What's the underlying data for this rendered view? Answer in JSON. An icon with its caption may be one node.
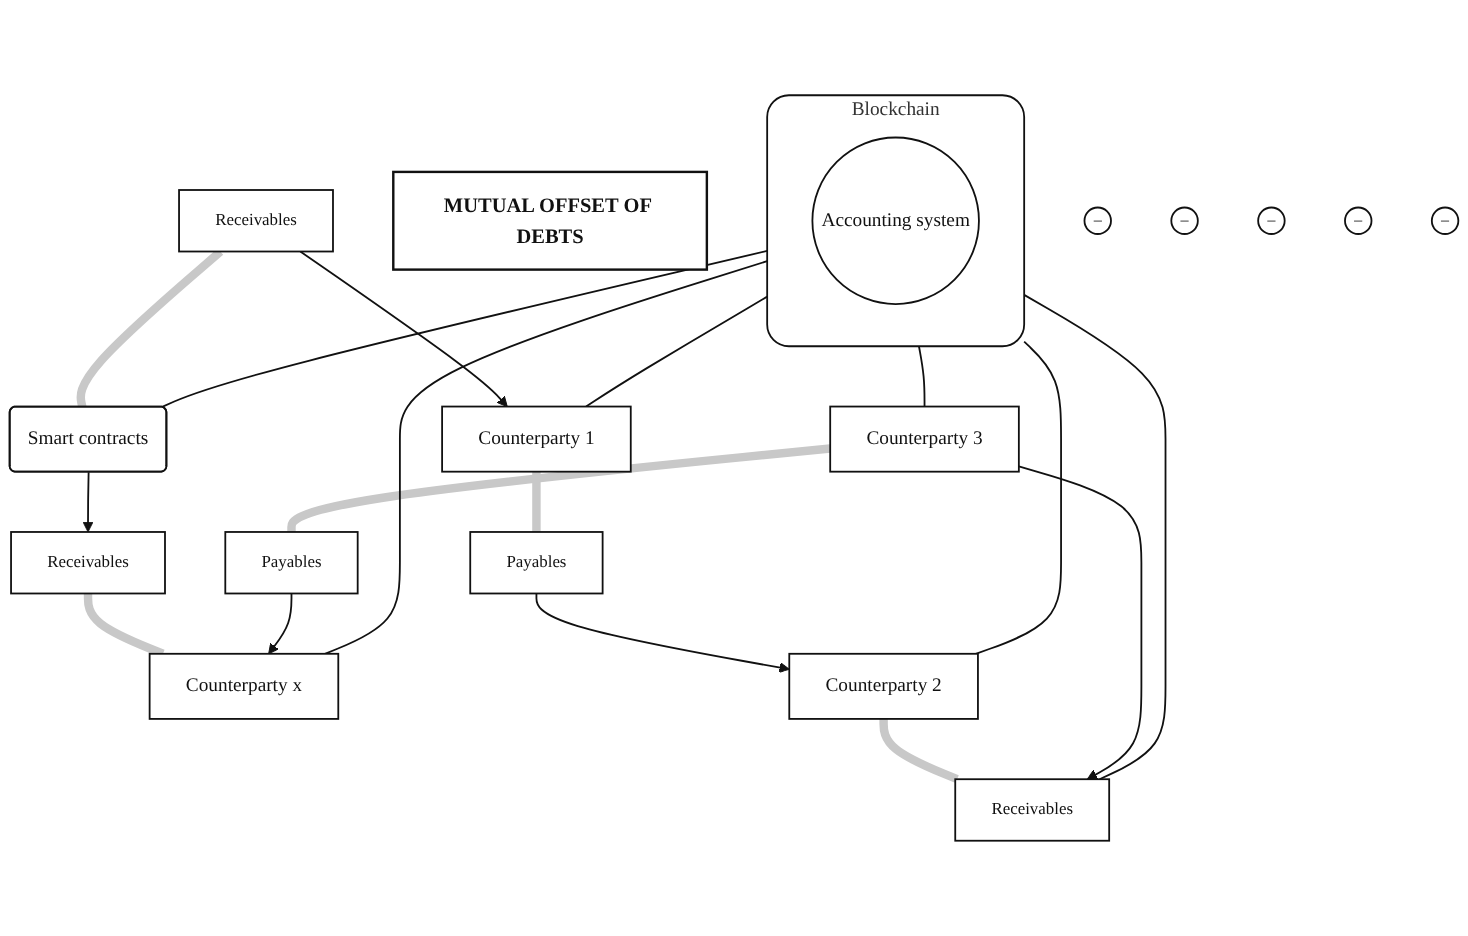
{
  "diagram": {
    "nodes": [
      {
        "text": [
          "MUTUAL OFFSET OF DEBTS"
        ]
      },
      {
        "text": [
          "Receivables"
        ]
      },
      {
        "text": [
          "–"
        ]
      },
      {
        "text": [
          "Smart contracts"
        ]
      },
      {
        "text": [
          "Receivables"
        ]
      },
      {
        "text": [
          "–"
        ]
      },
      {
        "text": [
          "Counterparty 1"
        ]
      },
      {
        "text": [
          "Blockchain"
        ]
      },
      {
        "text": [
          "Accounting system"
        ],
        "in": 7
      },
      {
        "text": [
          "Counterparty x"
        ]
      },
      {
        "text": [
          "Payables"
        ]
      },
      {
        "text": [
          "–"
        ]
      },
      {
        "text": [
          "Payables"
        ]
      },
      {
        "text": [
          "–"
        ]
      },
      {
        "text": [
          "Counterparty 2"
        ]
      },
      {
        "text": [
          "Counterparty 3"
        ]
      },
      {
        "text": [
          "–"
        ]
      },
      {
        "text": [
          "Receivables"
        ]
      }
    ],
    "edges": [
      {
        "from": 1,
        "to": 6,
        "arrow": "to"
      },
      {
        "from": 1,
        "to": 3,
        "arrow": "none",
        "style": "thick",
        "color": "#c8c8c8"
      },
      {
        "from": 3,
        "to": 4,
        "arrow": "to"
      },
      {
        "from": 4,
        "to": 9,
        "arrow": "none",
        "style": "thick",
        "color": "#c8c8c8"
      },
      {
        "from": 6,
        "to": 10,
        "arrow": "none",
        "style": "thick",
        "color": "#c8c8c8"
      },
      {
        "from": 10,
        "to": 14,
        "arrow": "to"
      },
      {
        "from": 14,
        "to": 17,
        "arrow": "none",
        "style": "thick",
        "color": "#c8c8c8"
      },
      {
        "from": 15,
        "to": 17,
        "arrow": "to"
      },
      {
        "from": 15,
        "to": 12,
        "arrow": "none",
        "style": "thick",
        "color": "#c8c8c8"
      },
      {
        "from": 12,
        "to": 9,
        "arrow": "to"
      },
      {
        "from": 7,
        "to": 3,
        "arrow": "none"
      },
      {
        "from": 7,
        "to": 6,
        "arrow": "none"
      },
      {
        "from": 7,
        "to": 9,
        "arrow": "none"
      },
      {
        "from": 7,
        "to": 14,
        "arrow": "none"
      },
      {
        "from": 7,
        "to": 15,
        "arrow": "none"
      },
      {
        "from": 7,
        "to": 17,
        "arrow": "none"
      }
    ]
  }
}
